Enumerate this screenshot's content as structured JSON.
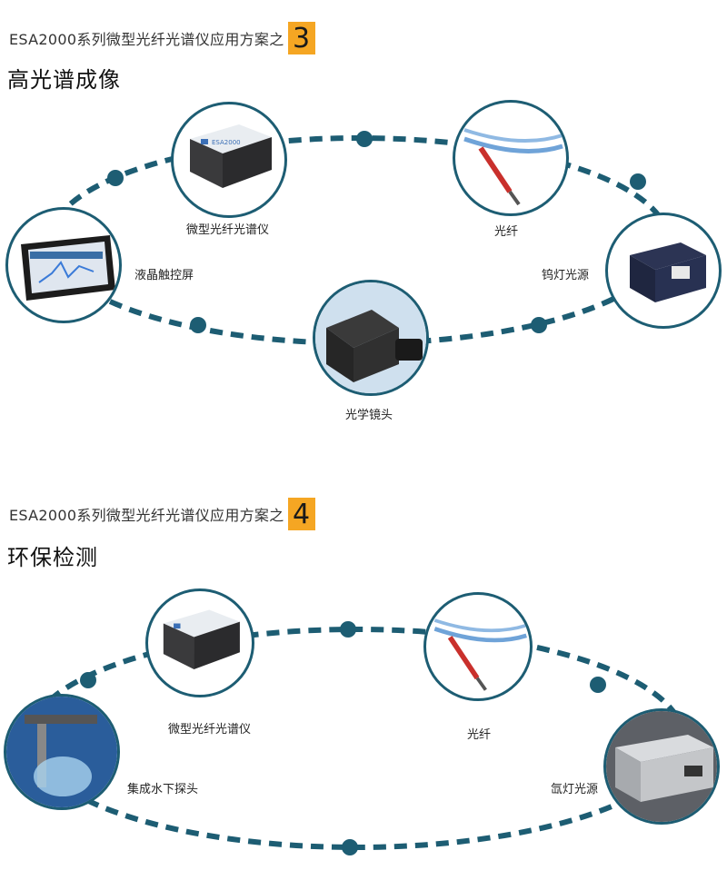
{
  "section1": {
    "subtitle": "ESA2000系列微型光纤光谱仪应用方案之",
    "number": "3",
    "title": "高光谱成像",
    "labels": {
      "spectrometer": "微型光纤光谱仪",
      "fiber": "光纤",
      "touchscreen": "液晶触控屏",
      "tungsten": "钨灯光源",
      "lens": "光学镜头"
    }
  },
  "section2": {
    "subtitle": "ESA2000系列微型光纤光谱仪应用方案之",
    "number": "4",
    "title": "环保检测",
    "labels": {
      "spectrometer": "微型光纤光谱仪",
      "fiber": "光纤",
      "probe": "集成水下探头",
      "xenon": "氙灯光源"
    }
  },
  "device_text": "ESA2000",
  "colors": {
    "ring": "#1d5d73",
    "badge": "#f5a623"
  }
}
